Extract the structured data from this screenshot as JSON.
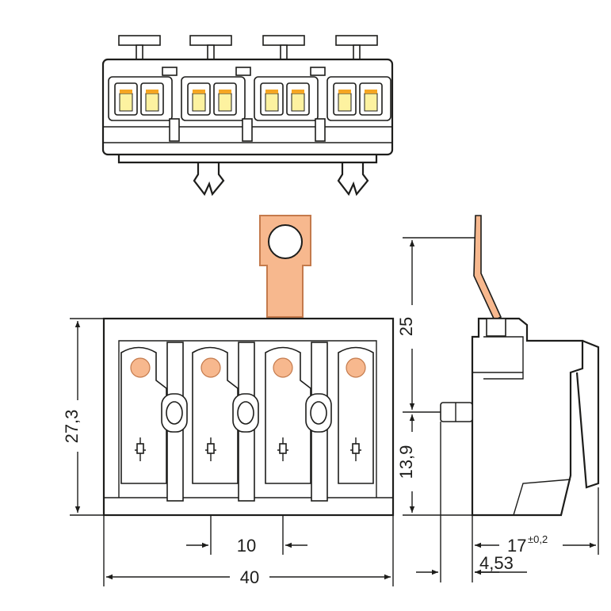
{
  "dimensions": {
    "height_total": "27,3",
    "lever_height": "25",
    "lower_height": "13,9",
    "pitch": "10",
    "width_total": "40",
    "depth": "17",
    "depth_tolerance": "±0,2",
    "pin_offset": "4,53"
  },
  "colors": {
    "line": "#1d1d1b",
    "copper": "#f7b88e",
    "copper_stroke": "#c47a4c",
    "clamp_yellow": "#fdf2a0",
    "clamp_orange": "#f5a623"
  }
}
